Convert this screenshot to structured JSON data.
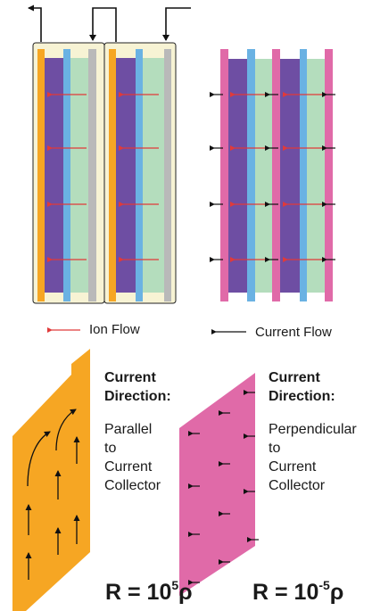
{
  "legend": {
    "ion_flow": "Ion Flow",
    "current_flow": "Current Flow"
  },
  "parallel": {
    "title_line1": "Current",
    "title_line2": "Direction:",
    "desc": [
      "Parallel",
      "to",
      "Current",
      "Collector"
    ],
    "r_prefix": "R = 10",
    "r_exponent": "5",
    "r_suffix": "ρ"
  },
  "perpendicular": {
    "title_line1": "Current",
    "title_line2": "Direction:",
    "desc": [
      "Perpendicular",
      "to",
      "Current",
      "Collector"
    ],
    "r_prefix": "R = 10",
    "r_exponent": "-5",
    "r_suffix": "ρ"
  },
  "colors": {
    "orange_collector": "#f6a623",
    "anode": "#6e4ea3",
    "separator": "#6ab2e3",
    "cathode": "#b4ddbd",
    "gray_collector": "#b9b9b9",
    "pink_collector": "#e06aa8",
    "cell_background": "#f7f3d4",
    "ion_arrow": "#e03a3a",
    "current_arrow": "#111111"
  }
}
